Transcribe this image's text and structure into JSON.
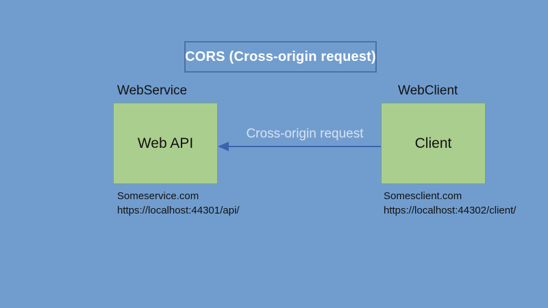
{
  "slide": {
    "title": "CORS (Cross-origin request)"
  },
  "nodes": {
    "webservice": {
      "label": "WebService",
      "box_text": "Web API",
      "domain": "Someservice.com",
      "url": "https://localhost:44301/api/"
    },
    "webclient": {
      "label": "WebClient",
      "box_text": "Client",
      "domain": "Somesclient.com",
      "url": "https://localhost:44302/client/"
    }
  },
  "arrow": {
    "label": "Cross-origin request",
    "direction": "right-to-left"
  },
  "colors": {
    "background": "#719DCE",
    "node_fill": "#AACE8D",
    "node_border": "#7BA465",
    "arrow": "#3A64AE",
    "title_border": "#4A70A8",
    "title_text": "#FFFFFF",
    "arrow_label_text": "#D8E1F1",
    "body_text": "#111111"
  }
}
